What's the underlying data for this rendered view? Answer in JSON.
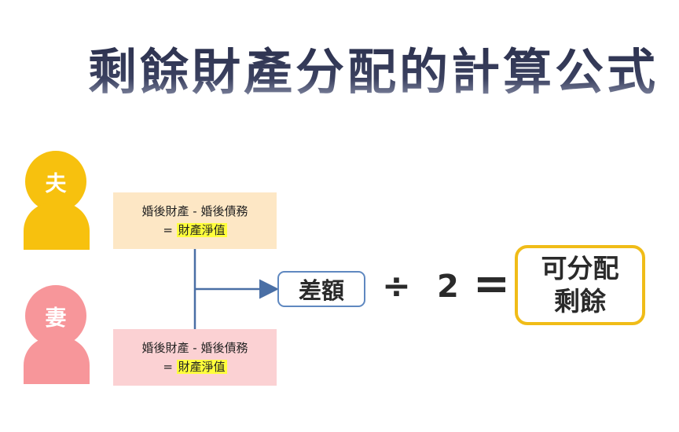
{
  "title": "剩餘財產分配的計算公式",
  "husband": {
    "label": "夫"
  },
  "wife": {
    "label": "妻"
  },
  "husband_box": {
    "line1": "婚後財產 - 婚後債務",
    "eq": "=",
    "net": "財產淨值"
  },
  "wife_box": {
    "line1": "婚後財產 - 婚後債務",
    "eq": "=",
    "net": "財產淨值"
  },
  "difference": "差額",
  "divide_symbol": "÷",
  "divisor": "2",
  "equals_symbol": "=",
  "result": {
    "line1": "可分配",
    "line2": "剩餘"
  },
  "colors": {
    "husband": "#f7c10e",
    "wife": "#f7969a",
    "husband_box": "#fde7c5",
    "wife_box": "#fbd1d3",
    "highlight": "#ffff3c",
    "connector": "#4a6fa5",
    "result_border": "#f0bc18"
  }
}
